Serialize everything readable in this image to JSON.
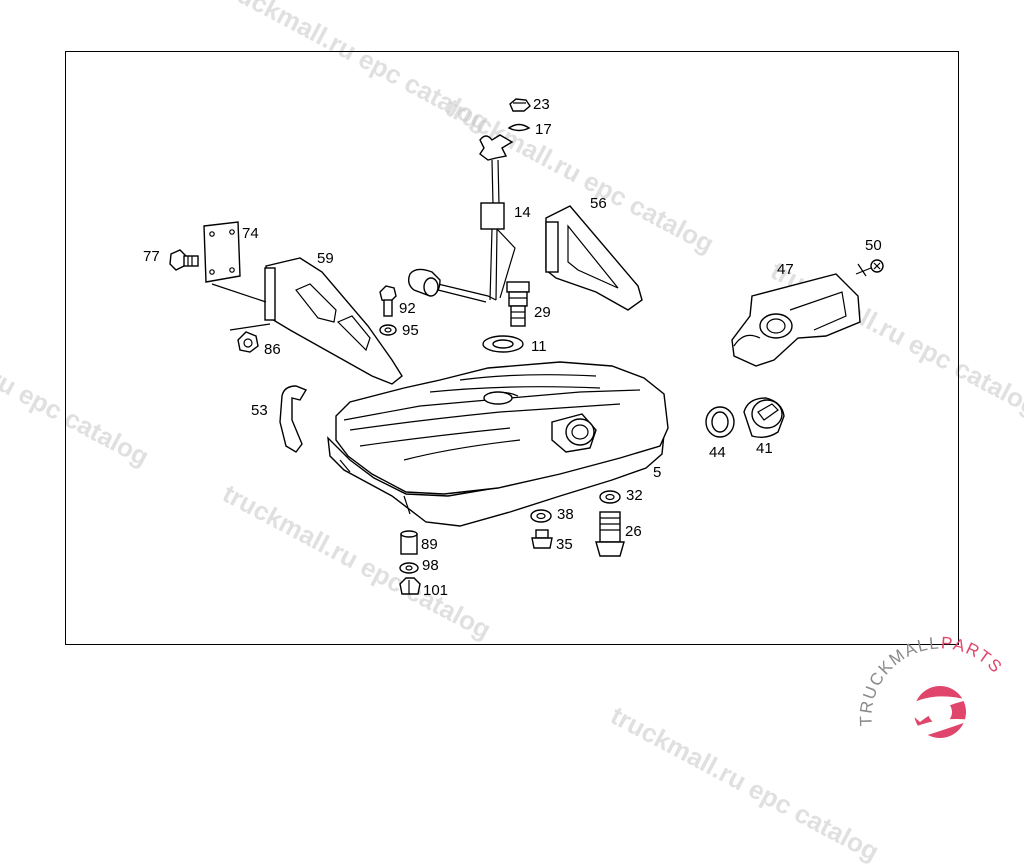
{
  "watermarks": [
    {
      "text": "truckmall.ru epc catalog"
    },
    {
      "text": "truckmall.ru epc catalog"
    },
    {
      "text": "truckmall.ru epc catalog"
    },
    {
      "text": "truckmall.ru epc catalog"
    },
    {
      "text": "truckmall.ru epc catalog"
    },
    {
      "text": "truckmall.ru epc catalog"
    }
  ],
  "labels": {
    "l23": "23",
    "l17": "17",
    "l14": "14",
    "l56": "56",
    "l74": "74",
    "l77": "77",
    "l59": "59",
    "l92": "92",
    "l95": "95",
    "l86": "86",
    "l29": "29",
    "l11": "11",
    "l50": "50",
    "l47": "47",
    "l53": "53",
    "l44": "44",
    "l41": "41",
    "l5": "5",
    "l32": "32",
    "l38": "38",
    "l26": "26",
    "l35": "35",
    "l89": "89",
    "l98": "98",
    "l101": "101"
  },
  "logo": {
    "text_main": "TRUCKMALL",
    "text_accent": "PARTS",
    "accent_color": "#e0456b"
  },
  "colors": {
    "line": "#000000",
    "background": "#ffffff",
    "watermark": "#c8c8c8"
  }
}
